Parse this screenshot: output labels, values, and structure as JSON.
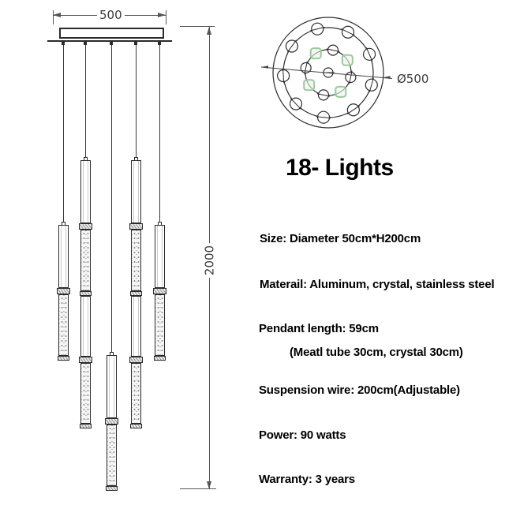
{
  "title": "18- Lights",
  "front_view": {
    "width_dim_label": "500",
    "height_dim_label": "2000"
  },
  "top_view": {
    "diameter_label": "Ø500",
    "outer_lights": 9,
    "inner_lights": 4,
    "inner_green_markers": 4,
    "center_lights": 1
  },
  "specs": [
    {
      "text": "Size: Diameter 50cm*H200cm"
    },
    {
      "text": "Materail: Aluminum, crystal, stainless steel"
    },
    {
      "text": "Pendant length: 59cm"
    },
    {
      "text": "(Meatl tube 30cm, crystal 30cm)"
    },
    {
      "text": "Suspension wire: 200cm(Adjustable)"
    },
    {
      "text": "Power: 90 watts"
    },
    {
      "text": "Warranty: 3 years"
    }
  ],
  "colors": {
    "line": "#2b2b2b",
    "dimension": "#555555",
    "green_marker": "#9bc99b",
    "text": "#000000"
  }
}
